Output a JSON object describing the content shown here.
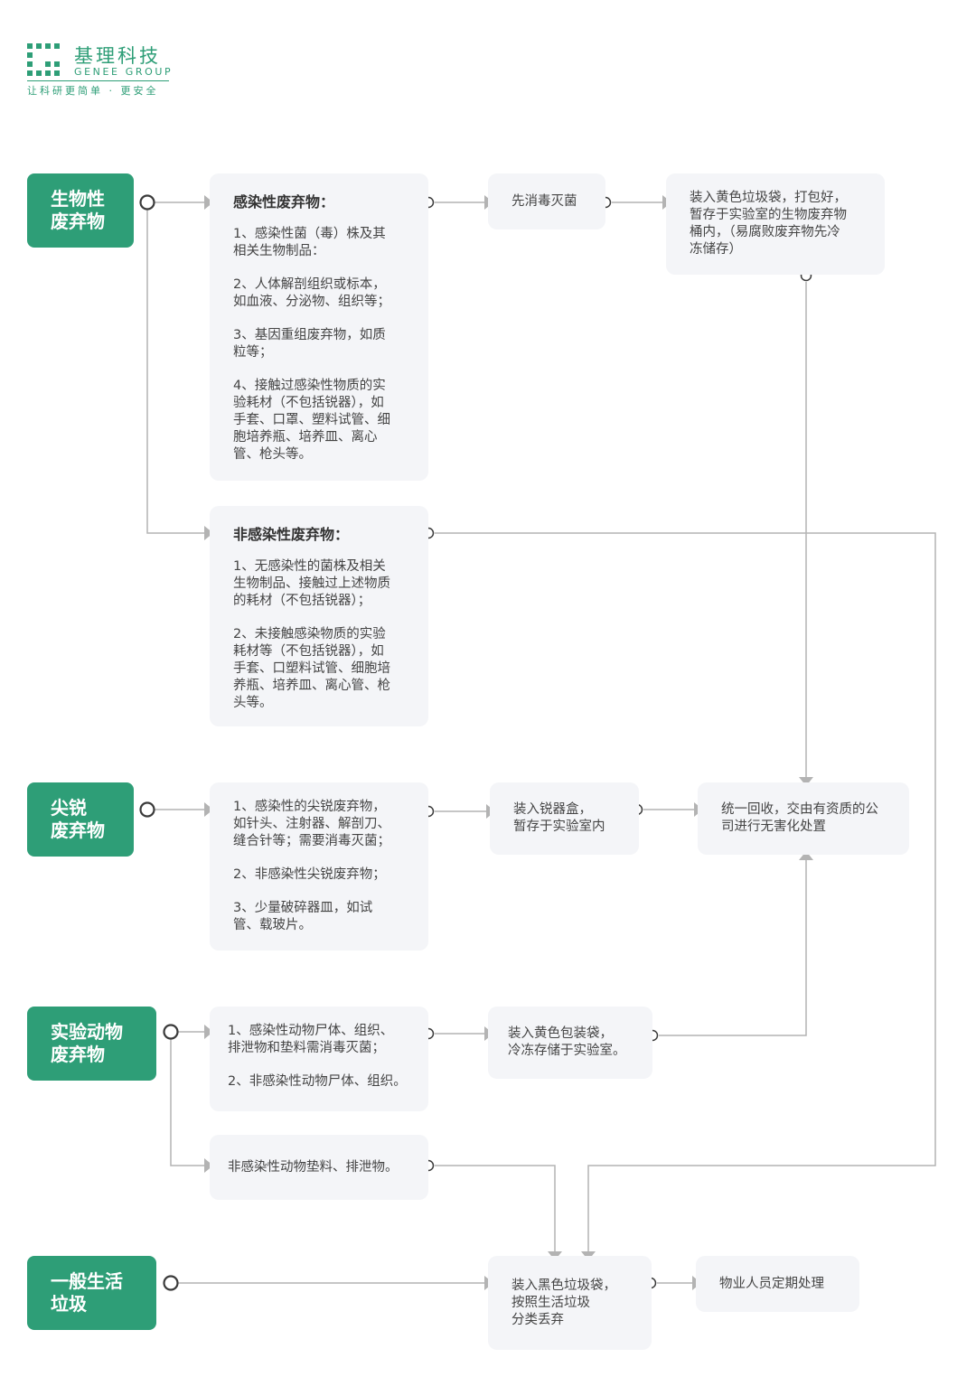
{
  "logo": {
    "name_cn": "基理科技",
    "name_en": "GENEE GROUP",
    "slogan": "让科研更简单 · 更安全",
    "brand_color": "#2e9e77"
  },
  "colors": {
    "category_bg": "#2e9e77",
    "box_bg": "#f4f5f8",
    "line": "#b3b3b3",
    "circle": "#3a3a3a"
  },
  "categories": {
    "bio": "生物性\n废弃物",
    "sharp": "尖锐\n废弃物",
    "animal": "实验动物\n废弃物",
    "general": "一般生活\n垃圾"
  },
  "infectious": {
    "title": "感染性废弃物：",
    "items": [
      "1、感染性菌（毒）株及其\n相关生物制品：",
      "2、人体解剖组织或标本，\n如血液、分泌物、组织等；",
      "3、基因重组废弃物，如质\n粒等；",
      "4、接触过感染性物质的实\n验耗材（不包括锐器），如\n手套、口罩、塑料试管、细\n胞培养瓶、培养皿、离心\n管、枪头等。"
    ]
  },
  "noninfectious": {
    "title": "非感染性废弃物：",
    "items": [
      "1、无感染性的菌株及相关\n生物制品、接触过上述物质\n的耗材（不包括锐器）；",
      "2、未接触感染物质的实验\n耗材等（不包括锐器），如\n手套、口塑料试管、细胞培\n养瓶、培养皿、离心管、枪\n头等。"
    ]
  },
  "disinfect": "先消毒灭菌",
  "yellow_bag": "装入黄色垃圾袋，打包好，\n暂存于实验室的生物废弃物\n桶内，（易腐败废弃物先冷\n冻储存）",
  "sharp_items": [
    "1、感染性的尖锐废弃物，\n如针头、注射器、解剖刀、\n缝合针等；需要消毒灭菌；",
    "2、非感染性尖锐废弃物；",
    "3、少量破碎器皿，如试\n管、载玻片。"
  ],
  "sharps_box": "装入锐器盒，\n暂存于实验室内",
  "unified": "统一回收，交由有资质的公\n司进行无害化处置",
  "animal_items": [
    "1、感染性动物尸体、组织、\n排泄物和垫料需消毒灭菌；",
    "2、非感染性动物尸体、组织。"
  ],
  "yellow_pack": "装入黄色包装袋，\n冷冻存储于实验室。",
  "animal_noninf": "非感染性动物垫料、排泄物。",
  "black_bag": "装入黑色垃圾袋，\n按照生活垃圾\n分类丢弃",
  "property": "物业人员定期处理"
}
